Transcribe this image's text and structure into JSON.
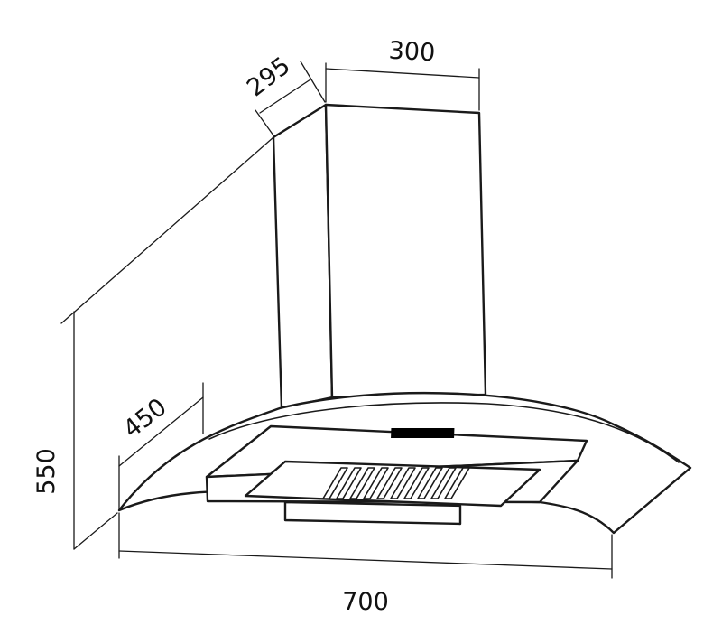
{
  "dimensions": {
    "chimney_depth": "295",
    "chimney_width": "300",
    "hood_depth": "450",
    "total_height": "550",
    "hood_width": "700"
  },
  "colors": {
    "line": "#1a1a1a",
    "background": "#ffffff",
    "display": "#000000"
  }
}
